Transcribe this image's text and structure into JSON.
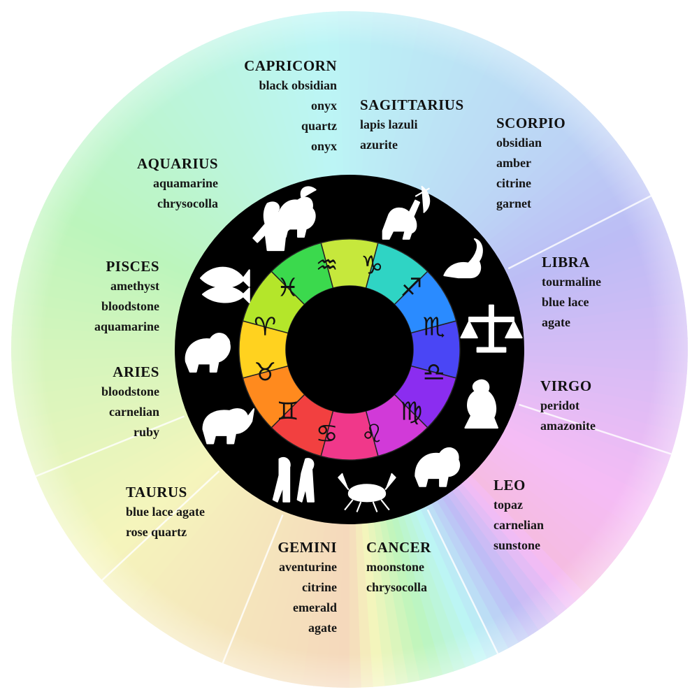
{
  "wheel": {
    "inner_glyph_color": "#111111",
    "outer_ring_color": "#000000",
    "animal_color": "#ffffff"
  },
  "signs": [
    {
      "key": "capricorn",
      "name": "CAPRICORN",
      "stones": [
        "black obsidian",
        "onyx",
        "quartz",
        "onyx"
      ],
      "glyph": "♑",
      "animal": "capricorn-goat-icon"
    },
    {
      "key": "sagittarius",
      "name": "SAGITTARIUS",
      "stones": [
        "lapis lazuli",
        "azurite"
      ],
      "glyph": "♐",
      "animal": "sagittarius-archer-icon"
    },
    {
      "key": "scorpio",
      "name": "SCORPIO",
      "stones": [
        "obsidian",
        "amber",
        "citrine",
        "garnet"
      ],
      "glyph": "♏",
      "animal": "scorpio-scorpion-icon"
    },
    {
      "key": "libra",
      "name": "LIBRA",
      "stones": [
        "tourmaline",
        "blue lace",
        "agate"
      ],
      "glyph": "♎",
      "animal": "libra-scales-icon"
    },
    {
      "key": "virgo",
      "name": "VIRGO",
      "stones": [
        "peridot",
        "amazonite"
      ],
      "glyph": "♍",
      "animal": "virgo-maiden-icon"
    },
    {
      "key": "leo",
      "name": "LEO",
      "stones": [
        "topaz",
        "carnelian",
        "sunstone"
      ],
      "glyph": "♌",
      "animal": "leo-lion-icon"
    },
    {
      "key": "cancer",
      "name": "CANCER",
      "stones": [
        "moonstone",
        "chrysocolla"
      ],
      "glyph": "♋",
      "animal": "cancer-crab-icon"
    },
    {
      "key": "gemini",
      "name": "GEMINI",
      "stones": [
        "aventurine",
        "citrine",
        "emerald",
        "agate"
      ],
      "glyph": "♊",
      "animal": "gemini-twins-icon"
    },
    {
      "key": "taurus",
      "name": "TAURUS",
      "stones": [
        "blue lace agate",
        "rose quartz"
      ],
      "glyph": "♉",
      "animal": "taurus-bull-icon"
    },
    {
      "key": "aries",
      "name": "ARIES",
      "stones": [
        "bloodstone",
        "carnelian",
        "ruby"
      ],
      "glyph": "♈",
      "animal": "aries-ram-icon"
    },
    {
      "key": "pisces",
      "name": "PISCES",
      "stones": [
        "amethyst",
        "bloodstone",
        "aquamarine"
      ],
      "glyph": "♓",
      "animal": "pisces-fish-icon"
    },
    {
      "key": "aquarius",
      "name": "AQUARIUS",
      "stones": [
        "aquamarine",
        "chrysocolla"
      ],
      "glyph": "♒",
      "animal": "aquarius-water-bearer-icon"
    }
  ]
}
